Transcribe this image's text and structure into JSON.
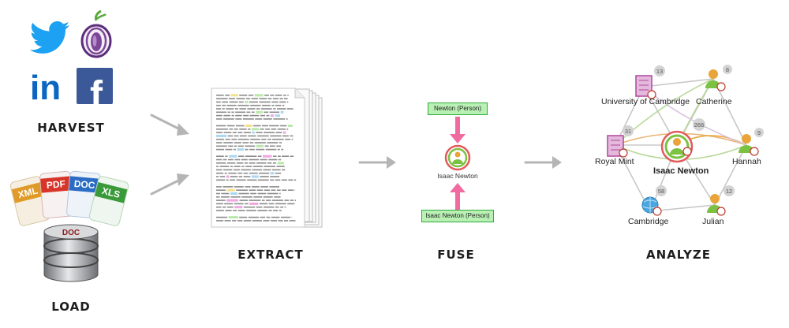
{
  "stages": {
    "harvest": "HARVEST",
    "load": "LOAD",
    "extract": "EXTRACT",
    "fuse": "FUSE",
    "analyze": "ANALYZE"
  },
  "harvest_sources": [
    "twitter-icon",
    "tor-onion-icon",
    "linkedin-icon",
    "facebook-icon"
  ],
  "load_formats": [
    "XML",
    "PDF",
    "DOC",
    "XLS"
  ],
  "database_label": "DOC",
  "linkedin_text": "in",
  "facebook_text": "f",
  "fuse": {
    "top_tag": "Newton (Person)",
    "center_label": "Isaac Newton",
    "bottom_tag": "Isaac Newton (Person)"
  },
  "graph": {
    "center": "Isaac Newton",
    "center_count": "266",
    "nodes": [
      {
        "label": "University of Cambridge",
        "count": "13"
      },
      {
        "label": "Catherine",
        "count": "8"
      },
      {
        "label": "Royal Mint",
        "count": "31"
      },
      {
        "label": "Hannah",
        "count": "9"
      },
      {
        "label": "Cambridge",
        "count": "58"
      },
      {
        "label": "Julian",
        "count": "12"
      }
    ]
  },
  "colors": {
    "twitter": "#1da1f2",
    "linkedin": "#0a66c2",
    "facebook": "#3b5998",
    "tor": "#7d4698",
    "arrow": "#b5b5b5",
    "fuse_tag_border": "#2eaa3a",
    "fuse_tag_fill": "#b9f0b4",
    "fuse_arrow": "#f06ba0",
    "org": "#c75bb5",
    "person": "#e9a43a",
    "person_body": "#7cc242"
  }
}
